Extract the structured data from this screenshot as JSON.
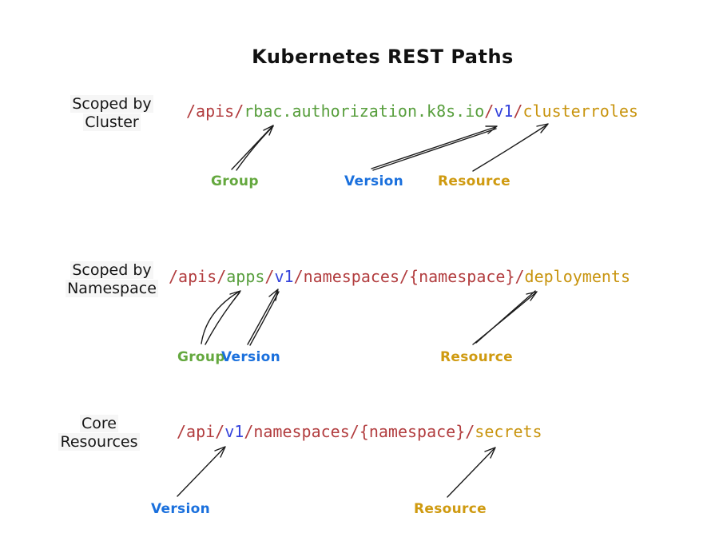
{
  "title": "Kubernetes REST Paths",
  "colors": {
    "path_red": "#b23d3f",
    "path_green": "#579e3c",
    "path_blue": "#3644dc",
    "path_gold": "#c8940e",
    "label_green": "#64a83e",
    "label_blue": "#1a70dd",
    "label_gold": "#cf9a10",
    "ink": "#1b1b1b"
  },
  "rows": [
    {
      "scope": {
        "line1": "Scoped by",
        "line2": "Cluster"
      },
      "segments": [
        {
          "text": "/apis/"
        },
        {
          "text": "rbac.authorization.k8s.io"
        },
        {
          "text": "/"
        },
        {
          "text": "v1"
        },
        {
          "text": "/"
        },
        {
          "text": "clusterroles"
        }
      ],
      "labels": {
        "group": "Group",
        "version": "Version",
        "resource": "Resource"
      }
    },
    {
      "scope": {
        "line1": "Scoped by",
        "line2": "Namespace"
      },
      "segments": [
        {
          "text": "/apis/"
        },
        {
          "text": "apps"
        },
        {
          "text": "/"
        },
        {
          "text": "v1"
        },
        {
          "text": "/namespaces/{namespace}/"
        },
        {
          "text": "deployments"
        }
      ],
      "labels": {
        "group": "Group",
        "version": "Version",
        "resource": "Resource"
      }
    },
    {
      "scope": {
        "line1": "Core",
        "line2": "Resources"
      },
      "segments": [
        {
          "text": "/api/"
        },
        {
          "text": "v1"
        },
        {
          "text": "/namespaces/{namespace}/"
        },
        {
          "text": "secrets"
        }
      ],
      "labels": {
        "version": "Version",
        "resource": "Resource"
      }
    }
  ]
}
